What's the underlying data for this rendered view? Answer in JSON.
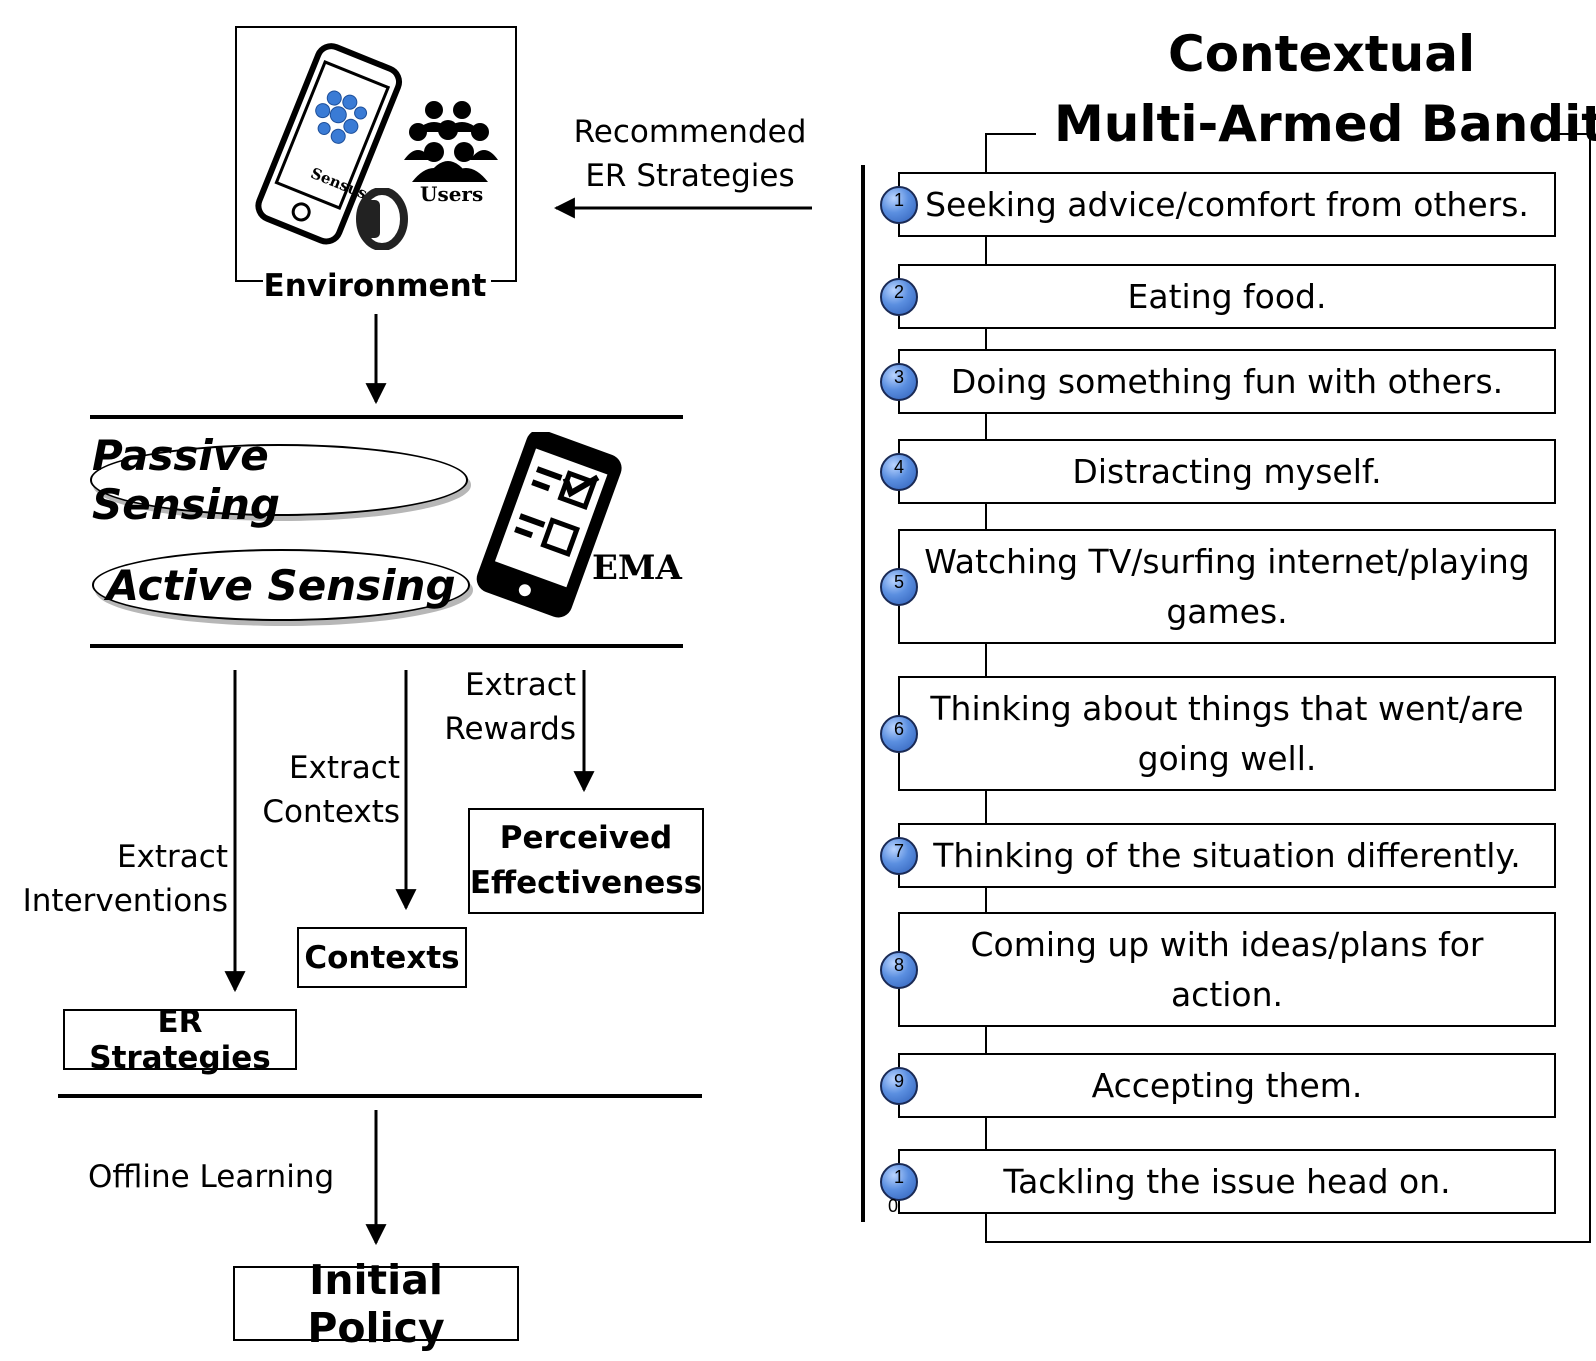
{
  "environment": {
    "label": "Environment",
    "phone_text": "Sensus",
    "users_text": "Users"
  },
  "recommended_label": [
    "Recommended",
    "ER Strategies"
  ],
  "sensing": {
    "passive": "Passive Sensing",
    "active": "Active Sensing",
    "ema": "EMA"
  },
  "extract": {
    "rewards": [
      "Extract",
      "Rewards"
    ],
    "contexts": [
      "Extract",
      "Contexts"
    ],
    "interventions": [
      "Extract",
      "Interventions"
    ]
  },
  "boxes": {
    "perceived": [
      "Perceived",
      "Effectiveness"
    ],
    "contexts": "Contexts",
    "er_strategies": "ER Strategies",
    "initial_policy": "Initial Policy"
  },
  "offline_label": "Offline Learning",
  "bandit": {
    "title": [
      "Contextual",
      "Multi-Armed Bandit"
    ],
    "arms": [
      {
        "num": "1",
        "lines": [
          "Seeking advice/comfort from others."
        ]
      },
      {
        "num": "2",
        "lines": [
          "Eating food."
        ]
      },
      {
        "num": "3",
        "lines": [
          "Doing something fun with others."
        ]
      },
      {
        "num": "4",
        "lines": [
          "Distracting myself."
        ]
      },
      {
        "num": "5",
        "lines": [
          "Watching TV/surfing internet/playing",
          "games."
        ]
      },
      {
        "num": "6",
        "lines": [
          "Thinking about things that went/are",
          "going well."
        ]
      },
      {
        "num": "7",
        "lines": [
          "Thinking of the situation differently."
        ]
      },
      {
        "num": "8",
        "lines": [
          "Coming up with ideas/plans for",
          "action."
        ]
      },
      {
        "num": "9",
        "lines": [
          "Accepting them."
        ]
      },
      {
        "num": "1",
        "sub": "0",
        "lines": [
          "Tackling the issue head on."
        ]
      }
    ]
  }
}
